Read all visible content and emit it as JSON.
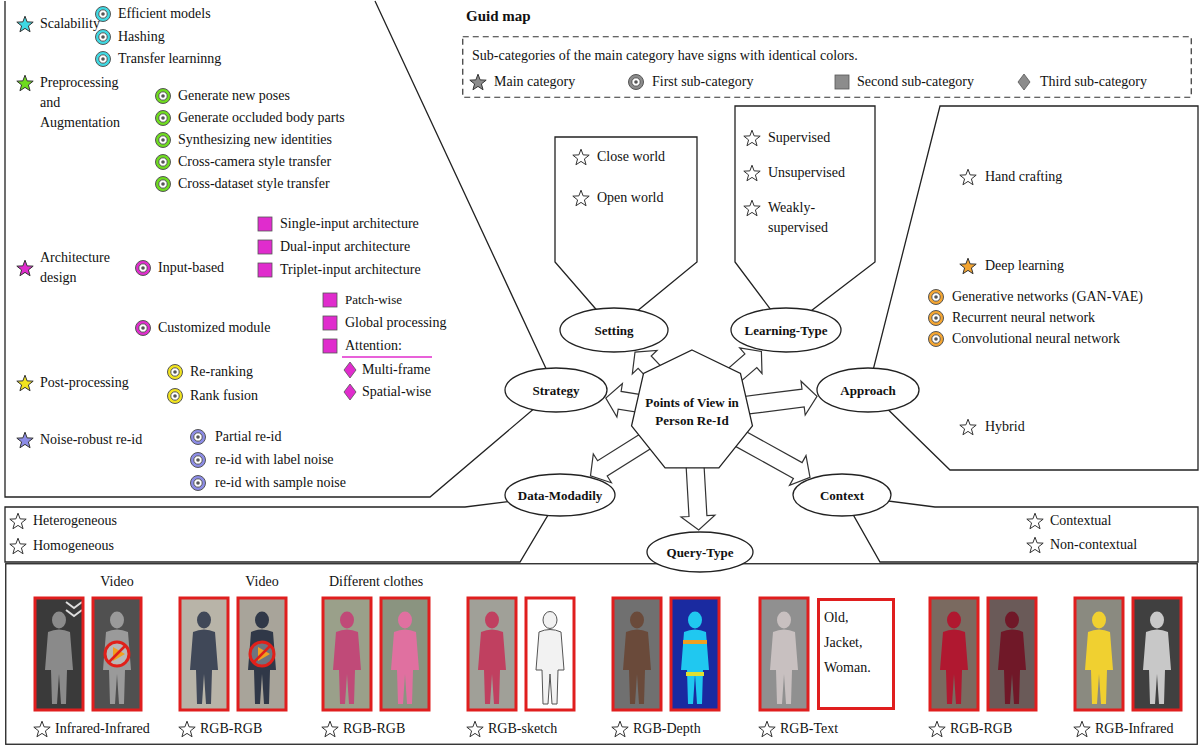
{
  "diagram": {
    "nodes": [
      {
        "text": [
          "Scalability",
          "Efficient models",
          "Hashing",
          "Transfer learninng",
          "Preprocessing and Augmentation",
          "Generate new poses",
          "Generate occluded body parts",
          "Synthesizing new identities",
          "Cross-camera style transfer",
          "Cross-dataset style transfer",
          "Architecture design",
          "Input-based",
          "Single-input architecture",
          "Dual-input architecture",
          "Triplet-input architecture",
          "Customized module",
          "Patch-wise",
          "Global processing",
          "Attention:",
          "Multi-frame",
          "Spatial-wise",
          "Post-processing",
          "Re-ranking",
          "Rank fusion",
          "Noise-robust re-id",
          "Partial re-id",
          "re-id with label noise",
          "re-id with sample noise"
        ]
      },
      {
        "text": [
          "Guid map",
          "Sub-categories of the main category have signs with identical colors."
        ]
      },
      {
        "text": [
          "Close world",
          "Open world"
        ]
      },
      {
        "text": [
          "Supervised",
          "Unsupervised",
          "Weakly-supervised"
        ]
      },
      {
        "text": [
          "Hand crafting",
          "Deep learning",
          "Generative networks (GAN-VAE)",
          "Recurrent neural network",
          "Convolutional neural network",
          "Hybrid"
        ]
      },
      {
        "text": [
          "Setting"
        ]
      },
      {
        "text": [
          "Learning-Type"
        ]
      },
      {
        "text": [
          "Strategy"
        ]
      },
      {
        "text": [
          "Points of View in Person Re-Id"
        ]
      },
      {
        "text": [
          "Approach"
        ]
      },
      {
        "text": [
          "Data-Modadily"
        ]
      },
      {
        "text": [
          "Context"
        ]
      },
      {
        "text": [
          "Heterogeneous",
          "Homogeneous"
        ]
      },
      {
        "text": [
          "Query-Type"
        ]
      },
      {
        "text": [
          "Contextual",
          "Non-contextual"
        ]
      },
      {
        "text": [
          "Video",
          "Video",
          "Different clothes",
          "Infrared-Infrared",
          "RGB-RGB",
          "RGB-RGB",
          "RGB-sketch",
          "RGB-Depth",
          "RGB-Text",
          "RGB-RGB",
          "RGB-Infrared"
        ]
      },
      {
        "text": [
          "Old, Jacket, Woman."
        ],
        "in": 15
      }
    ],
    "edges": [
      {
        "from": 8,
        "to": 5,
        "arrow": "to"
      },
      {
        "from": 8,
        "to": 6,
        "arrow": "to"
      },
      {
        "from": 8,
        "to": 9,
        "arrow": "to"
      },
      {
        "from": 8,
        "to": 11,
        "arrow": "to"
      },
      {
        "from": 8,
        "to": 13,
        "arrow": "to"
      },
      {
        "from": 8,
        "to": 10,
        "arrow": "to"
      },
      {
        "from": 8,
        "to": 7,
        "arrow": "to"
      }
    ],
    "legend": [
      {
        "text": "Main category"
      },
      {
        "text": "First sub-category"
      },
      {
        "text": "Second sub-category"
      },
      {
        "text": "Third sub-category"
      }
    ]
  }
}
